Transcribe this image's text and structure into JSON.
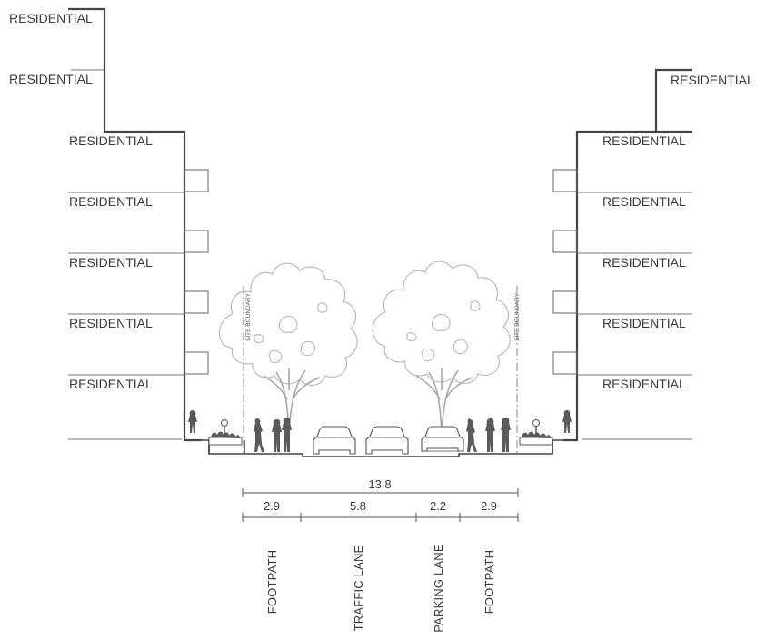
{
  "buildings": {
    "left_labels": [
      "RESIDENTIAL",
      "RESIDENTIAL",
      "RESIDENTIAL",
      "RESIDENTIAL",
      "RESIDENTIAL",
      "RESIDENTIAL",
      "RESIDENTIAL"
    ],
    "right_labels": [
      "RESIDENTIAL",
      "RESIDENTIAL",
      "RESIDENTIAL",
      "RESIDENTIAL",
      "RESIDENTIAL",
      "RESIDENTIAL"
    ]
  },
  "site_boundary": {
    "left": "SITE BOUNDARY",
    "right": "SITE BOUNDARY"
  },
  "dimensions": {
    "total": "13.8",
    "segments": [
      {
        "value": "2.9",
        "label": "FOOTPATH"
      },
      {
        "value": "5.8",
        "label": "TRAFFIC LANE"
      },
      {
        "value": "2.2",
        "label": "PARKING LANE"
      },
      {
        "value": "2.9",
        "label": "FOOTPATH"
      }
    ]
  },
  "colors": {
    "linework": "#444444",
    "tree": "#b5b5b5",
    "text": "#3a3a3a"
  }
}
